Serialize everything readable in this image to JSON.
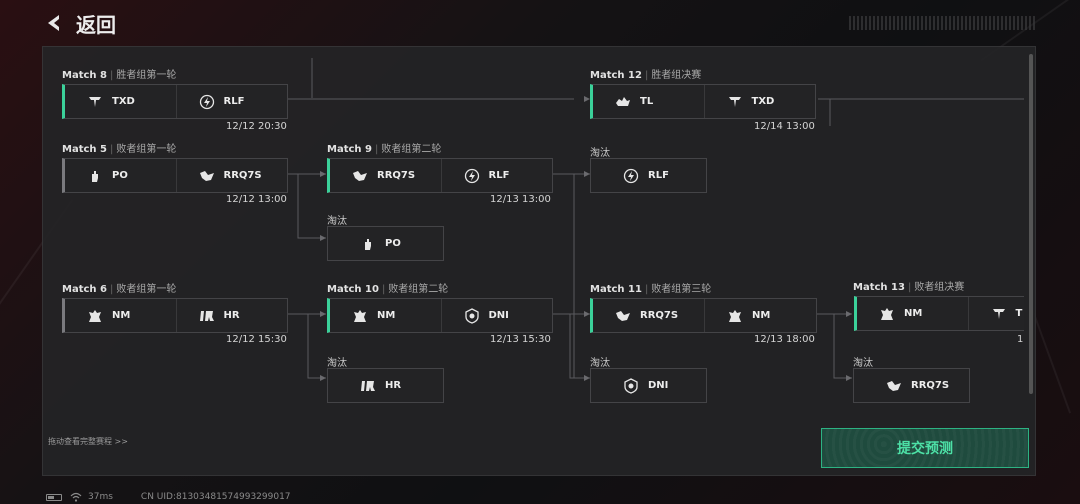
{
  "header": {
    "back_label": "返回"
  },
  "matches": {
    "m8": {
      "number": "Match 8",
      "round": "胜者组第一轮",
      "time": "12/12 20:30",
      "team_a": "TXD",
      "team_b": "RLF"
    },
    "m12": {
      "number": "Match 12",
      "round": "胜者组决赛",
      "time": "12/14 13:00",
      "team_a": "TL",
      "team_b": "TXD"
    },
    "m5": {
      "number": "Match 5",
      "round": "败者组第一轮",
      "time": "12/12 13:00",
      "team_a": "PO",
      "team_b": "RRQ7S"
    },
    "m9": {
      "number": "Match 9",
      "round": "败者组第二轮",
      "time": "12/13 13:00",
      "team_a": "RRQ7S",
      "team_b": "RLF"
    },
    "m6": {
      "number": "Match 6",
      "round": "败者组第一轮",
      "time": "12/12 15:30",
      "team_a": "NM",
      "team_b": "HR"
    },
    "m10": {
      "number": "Match 10",
      "round": "败者组第二轮",
      "time": "12/13 15:30",
      "team_a": "NM",
      "team_b": "DNI"
    },
    "m11": {
      "number": "Match 11",
      "round": "败者组第三轮",
      "time": "12/13 18:00",
      "team_a": "RRQ7S",
      "team_b": "NM"
    },
    "m13": {
      "number": "Match 13",
      "round": "败者组决赛",
      "time": "1",
      "team_a": "NM",
      "team_b": "T"
    }
  },
  "eliminated": {
    "label": "淘汰",
    "e_rlf": "RLF",
    "e_po": "PO",
    "e_hr": "HR",
    "e_dni": "DNI",
    "e_rrq": "RRQ7S"
  },
  "footer": {
    "hint": "拖动查看完整赛程 >>",
    "submit_label": "提交预测",
    "ping": "37ms",
    "uid": "CN UID:81303481574993299017"
  },
  "colors": {
    "accent": "#3bd19a",
    "submit_text": "#4de0a6",
    "submit_bg": "#1f4b3e"
  },
  "icons": {
    "TXD": "txd-logo-icon",
    "RLF": "rlf-lightning-icon",
    "TL": "tl-logo-icon",
    "PO": "po-hand-icon",
    "RRQ7S": "rrq-logo-icon",
    "NM": "nm-logo-icon",
    "HR": "hr-logo-icon",
    "DNI": "dni-shield-icon"
  }
}
